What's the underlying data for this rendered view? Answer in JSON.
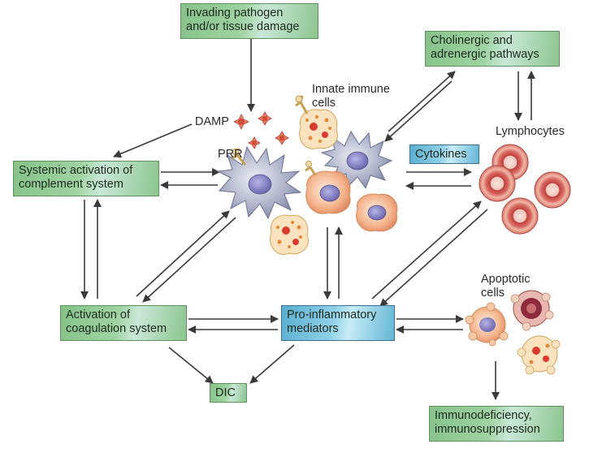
{
  "boxes": {
    "pathogen": "Invading pathogen and/or tissue damage",
    "cholinergic": "Cholinergic and adrenergic pathways",
    "complement": "Systemic activation of complement system",
    "cytokines": "Cytokines",
    "coagulation": "Activation of coagulation system",
    "proinflammatory": "Pro-inflammatory mediators",
    "dic": "DIC",
    "immunodeficiency": "Immunodeficiency, immunosuppression"
  },
  "labels": {
    "damp": "DAMP",
    "prr": "PRR",
    "innate": "Innate immune cells",
    "lymphocytes": "Lymphocytes",
    "apoptotic": "Apoptotic cells"
  },
  "colors": {
    "green_box": "#8cc58f",
    "blue_box": "#6cbcdc",
    "arrow": "#3a3a3a",
    "immune_cell": "#9aa0b8",
    "lymphocyte": "#b8484a",
    "apoptotic_cell": "#e8a070"
  }
}
